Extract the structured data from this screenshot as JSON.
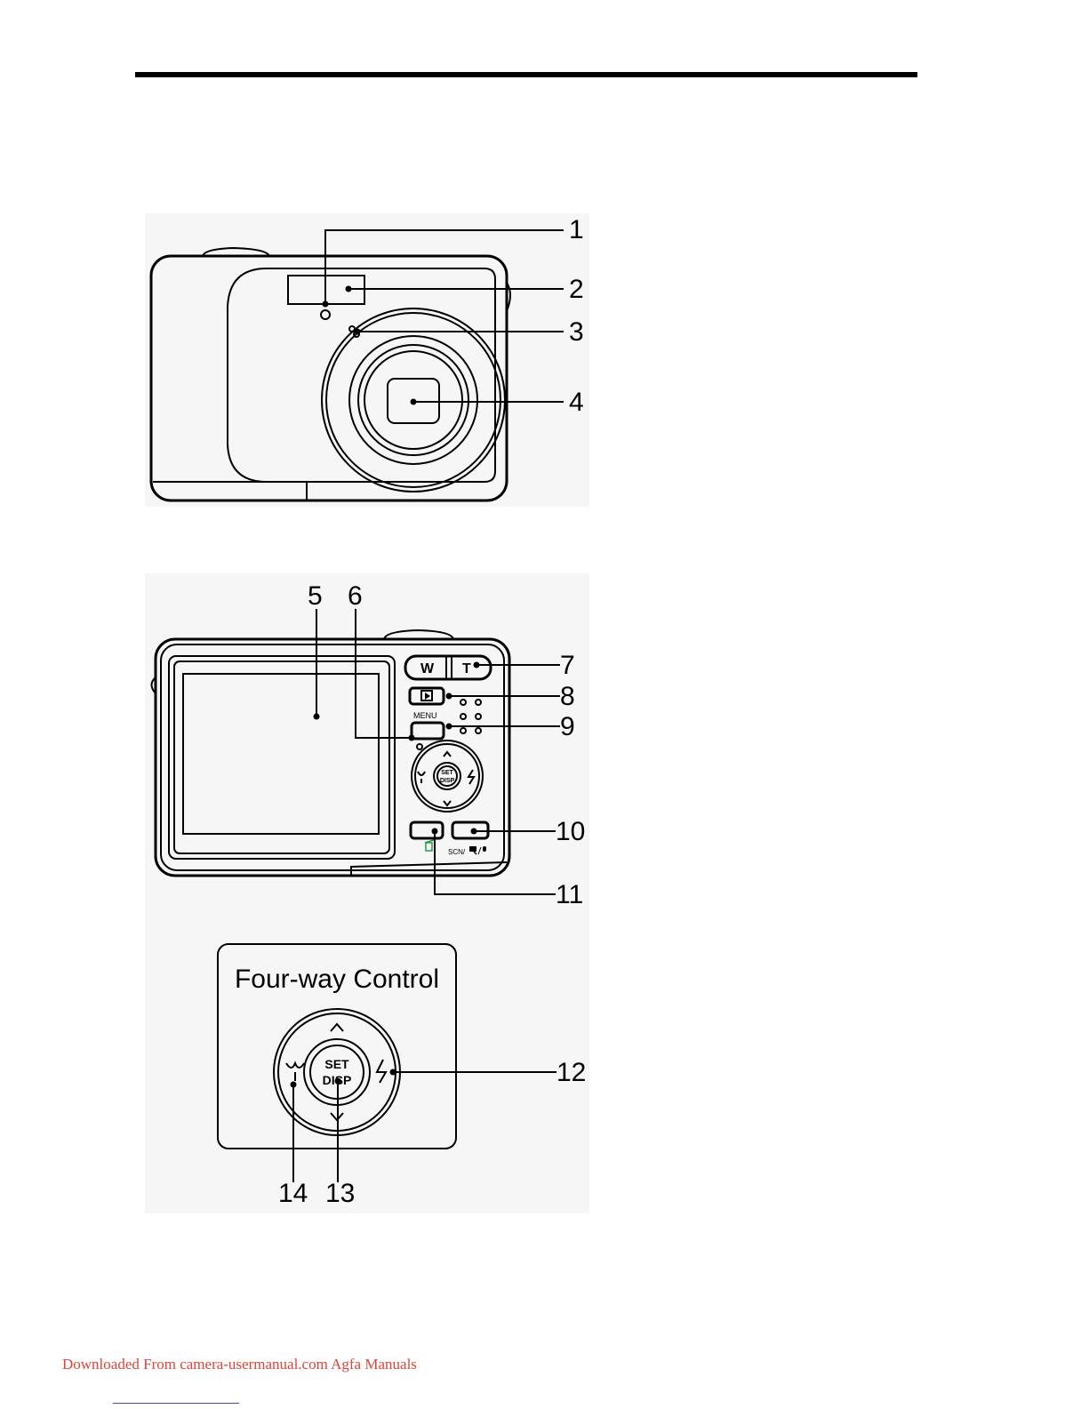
{
  "front_view": {
    "callouts": [
      "1",
      "2",
      "3",
      "4"
    ]
  },
  "back_view": {
    "callouts": [
      "5",
      "6",
      "7",
      "8",
      "9",
      "10",
      "11"
    ],
    "zoom_wide_label": "W",
    "zoom_tele_label": "T",
    "menu_label": "MENU",
    "set_label": "SET",
    "disp_label": "DISP",
    "scn_label": "SCN/"
  },
  "four_way_control": {
    "title": "Four-way Control",
    "set_label": "SET",
    "disp_label": "DISP",
    "callouts": [
      "12",
      "13",
      "14"
    ]
  },
  "footer": {
    "download_text": "Downloaded From camera-usermanual.com Agfa Manuals"
  }
}
